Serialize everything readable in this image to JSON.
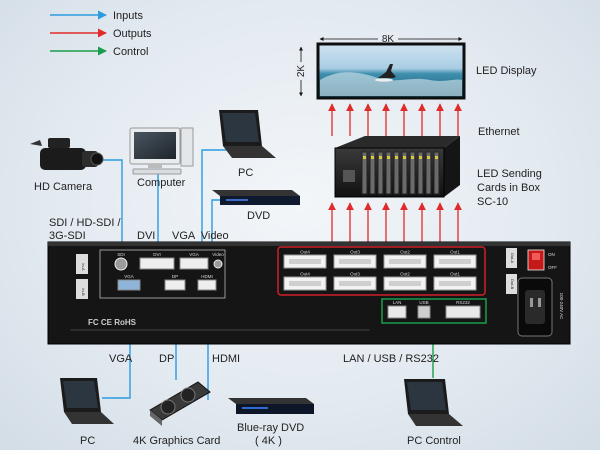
{
  "legend": {
    "inputs": "Inputs",
    "outputs": "Outputs",
    "control": "Control",
    "colors": {
      "inputs": "#2c9be0",
      "outputs": "#e02b2b",
      "control": "#1a9e4b"
    }
  },
  "display": {
    "label": "LED Display",
    "width_label": "8K",
    "height_label": "2K"
  },
  "network": {
    "ethernet_label": "Ethernet"
  },
  "sender": {
    "label_lines": [
      "LED Sending",
      "Cards in Box",
      "SC-10"
    ]
  },
  "sources": {
    "hd_camera": "HD Camera",
    "computer": "Computer",
    "pc_top": "PC",
    "dvd": "DVD",
    "pc_bottom": "PC",
    "graphics_card": "4K Graphics Card",
    "bluray_lines": [
      "Blue-ray DVD",
      "( 4K )"
    ],
    "pc_control": "PC Control"
  },
  "port_labels": {
    "sdi_lines": [
      "SDI / HD-SDI /",
      "3G-SDI"
    ],
    "dvi": "DVI",
    "vga_video": "VGA  Video",
    "vga": "VGA",
    "dp": "DP",
    "hdmi": "HDMI",
    "lan_usb_rs232": "LAN / USB / RS232"
  },
  "panel": {
    "input_top_ports": [
      "SDI",
      "DVI",
      "VGA",
      "Video"
    ],
    "input_bottom_ports": [
      "VGA",
      "DP",
      "HDMI"
    ],
    "outputs_top": [
      "Out4",
      "Out3",
      "Out2",
      "Out1"
    ],
    "outputs_bottom": [
      "Out4",
      "Out3",
      "Out2",
      "Out1"
    ],
    "side_tags": [
      "Out-A",
      "Out-B"
    ],
    "left_tags": [
      "In-A",
      "In-B"
    ],
    "control_ports": [
      "LAN",
      "USB",
      "RS232"
    ],
    "power_on": "ON",
    "power_off": "OFF",
    "voltage": "100-240V AC",
    "marks": "FC  CE  RoHS"
  }
}
